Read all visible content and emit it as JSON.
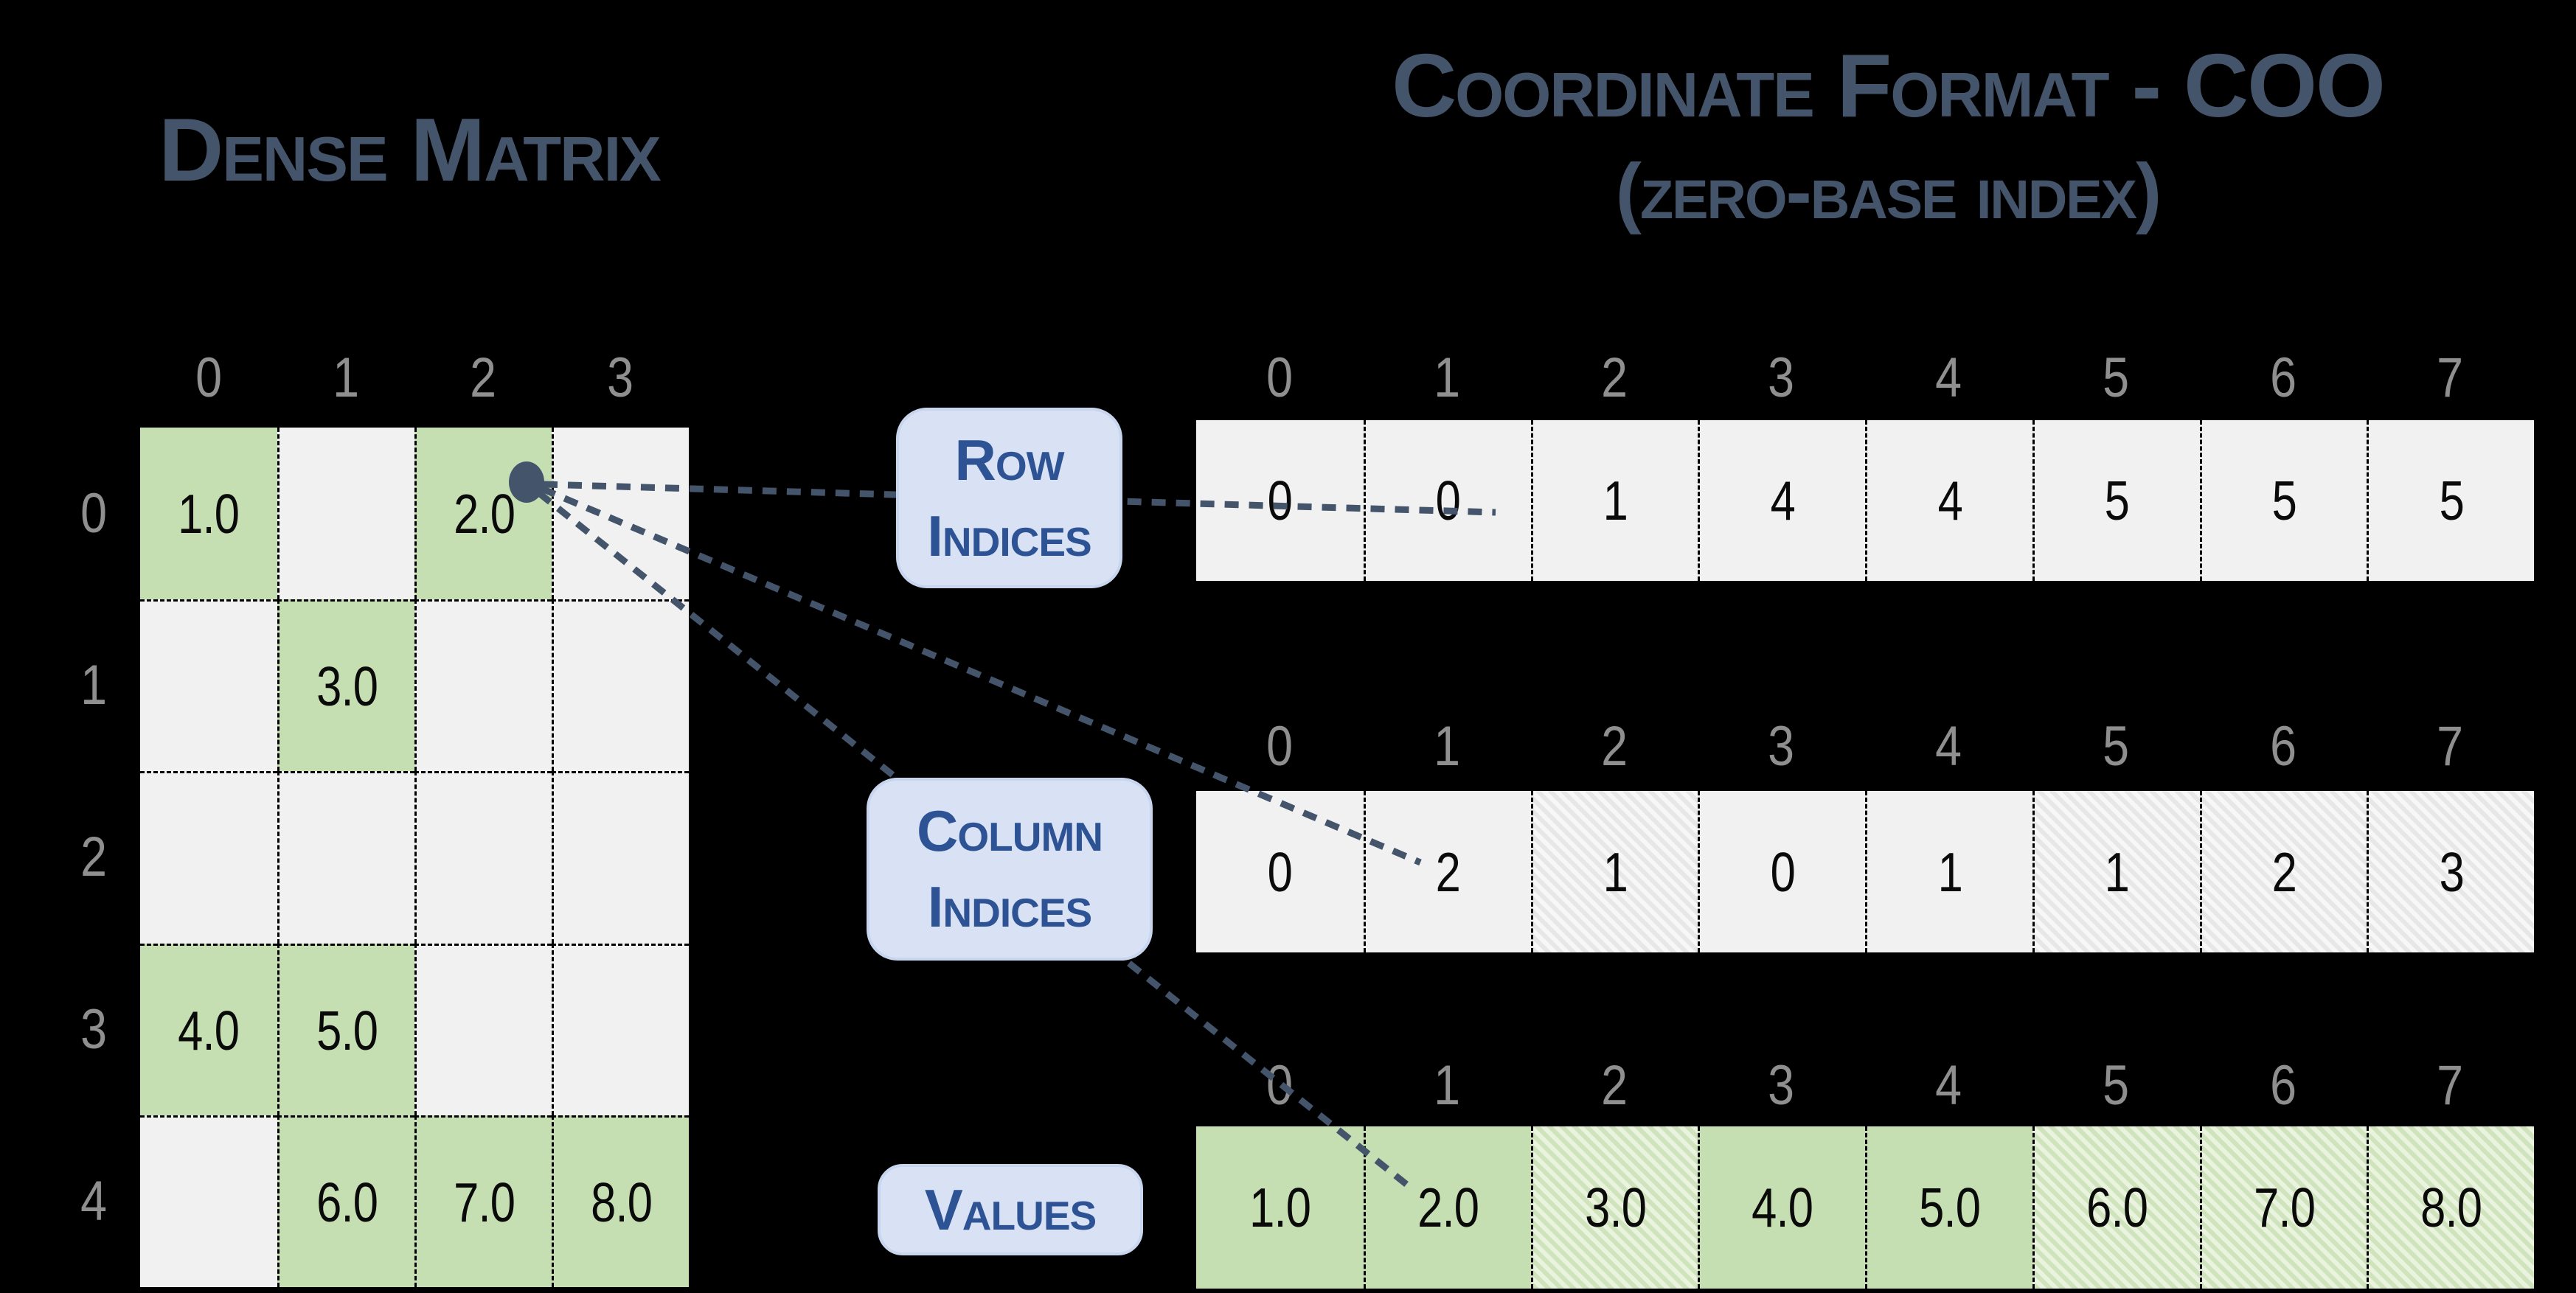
{
  "titles": {
    "left": "Dense Matrix",
    "right_line1": "Coordinate Format - COO",
    "right_line2": "(zero-base index)"
  },
  "dense_matrix": {
    "col_headers": [
      "0",
      "1",
      "2",
      "3"
    ],
    "row_headers": [
      "0",
      "1",
      "2",
      "3",
      "4"
    ],
    "cells": [
      [
        "1.0",
        "",
        "2.0",
        ""
      ],
      [
        "",
        "3.0",
        "",
        ""
      ],
      [
        "",
        "",
        "",
        ""
      ],
      [
        "4.0",
        "5.0",
        "",
        ""
      ],
      [
        "",
        "6.0",
        "7.0",
        "8.0"
      ]
    ]
  },
  "coo_arrays": [
    {
      "id": "row-indices",
      "label_lines": [
        "Row",
        "Indices"
      ],
      "index_headers": [
        "0",
        "1",
        "2",
        "3",
        "4",
        "5",
        "6",
        "7"
      ],
      "values": [
        "0",
        "0",
        "1",
        "4",
        "4",
        "5",
        "5",
        "5"
      ],
      "hatched_cells": [],
      "fill": "gray"
    },
    {
      "id": "column-indices",
      "label_lines": [
        "Column",
        "Indices"
      ],
      "index_headers": [
        "0",
        "1",
        "2",
        "3",
        "4",
        "5",
        "6",
        "7"
      ],
      "values": [
        "0",
        "2",
        "1",
        "0",
        "1",
        "1",
        "2",
        "3"
      ],
      "hatched_cells": [
        2,
        5,
        6,
        7
      ],
      "fill": "gray"
    },
    {
      "id": "values",
      "label_lines": [
        "Values"
      ],
      "index_headers": [
        "0",
        "1",
        "2",
        "3",
        "4",
        "5",
        "6",
        "7"
      ],
      "values": [
        "1.0",
        "2.0",
        "3.0",
        "4.0",
        "5.0",
        "6.0",
        "7.0",
        "8.0"
      ],
      "hatched_cells": [
        2,
        5,
        6,
        7
      ],
      "fill": "green"
    }
  ],
  "annotation": {
    "marked_matrix_cell": {
      "row": "0",
      "col": "2",
      "value": "2.0"
    },
    "points_to_array_position": "1"
  },
  "colors": {
    "background": "#000000",
    "title_text": "#44546a",
    "index_header_text": "#8f8f8f",
    "cell_text": "#0a0a0a",
    "green_fill": "#c5deb2",
    "gray_fill": "#f1f1f1",
    "green_hatch_dark": "#cfe3bd",
    "green_hatch_light": "#e9f3de",
    "gray_hatch_dark": "#e7e7e7",
    "gray_hatch_light": "#f7f7f7",
    "label_box_fill": "#d9e2f4",
    "label_box_border": "#c7d5ee",
    "label_box_text": "#2e5395",
    "connector": "#44546a"
  }
}
